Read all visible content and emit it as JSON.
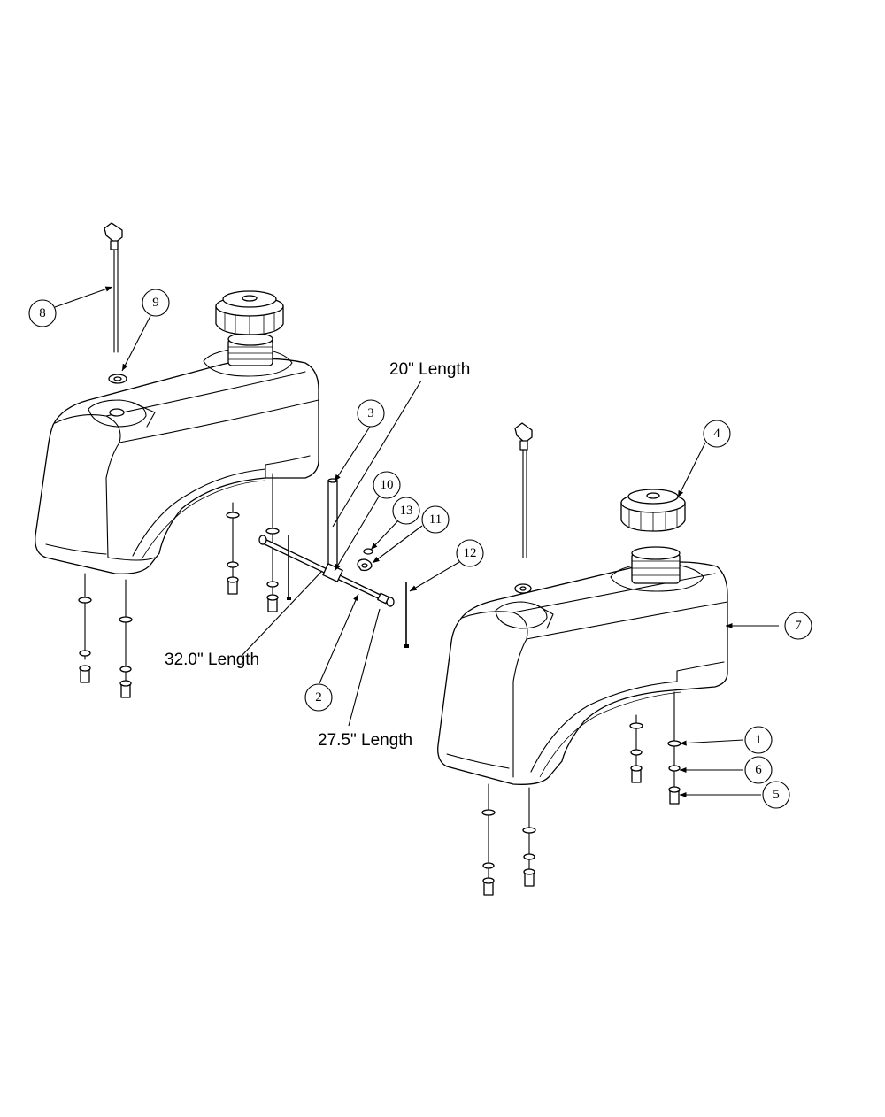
{
  "callouts": [
    {
      "id": "1",
      "label": "1"
    },
    {
      "id": "2",
      "label": "2"
    },
    {
      "id": "3",
      "label": "3"
    },
    {
      "id": "4",
      "label": "4"
    },
    {
      "id": "5",
      "label": "5"
    },
    {
      "id": "6",
      "label": "6"
    },
    {
      "id": "7",
      "label": "7"
    },
    {
      "id": "8",
      "label": "8"
    },
    {
      "id": "9",
      "label": "9"
    },
    {
      "id": "10",
      "label": "10"
    },
    {
      "id": "11",
      "label": "11"
    },
    {
      "id": "12",
      "label": "12"
    },
    {
      "id": "13",
      "label": "13"
    }
  ],
  "lengths": {
    "hose_20": "20\" Length",
    "hose_32": "32.0\" Length",
    "hose_27": "27.5\" Length"
  },
  "colors": {
    "line": "#000000",
    "background": "#ffffff"
  }
}
